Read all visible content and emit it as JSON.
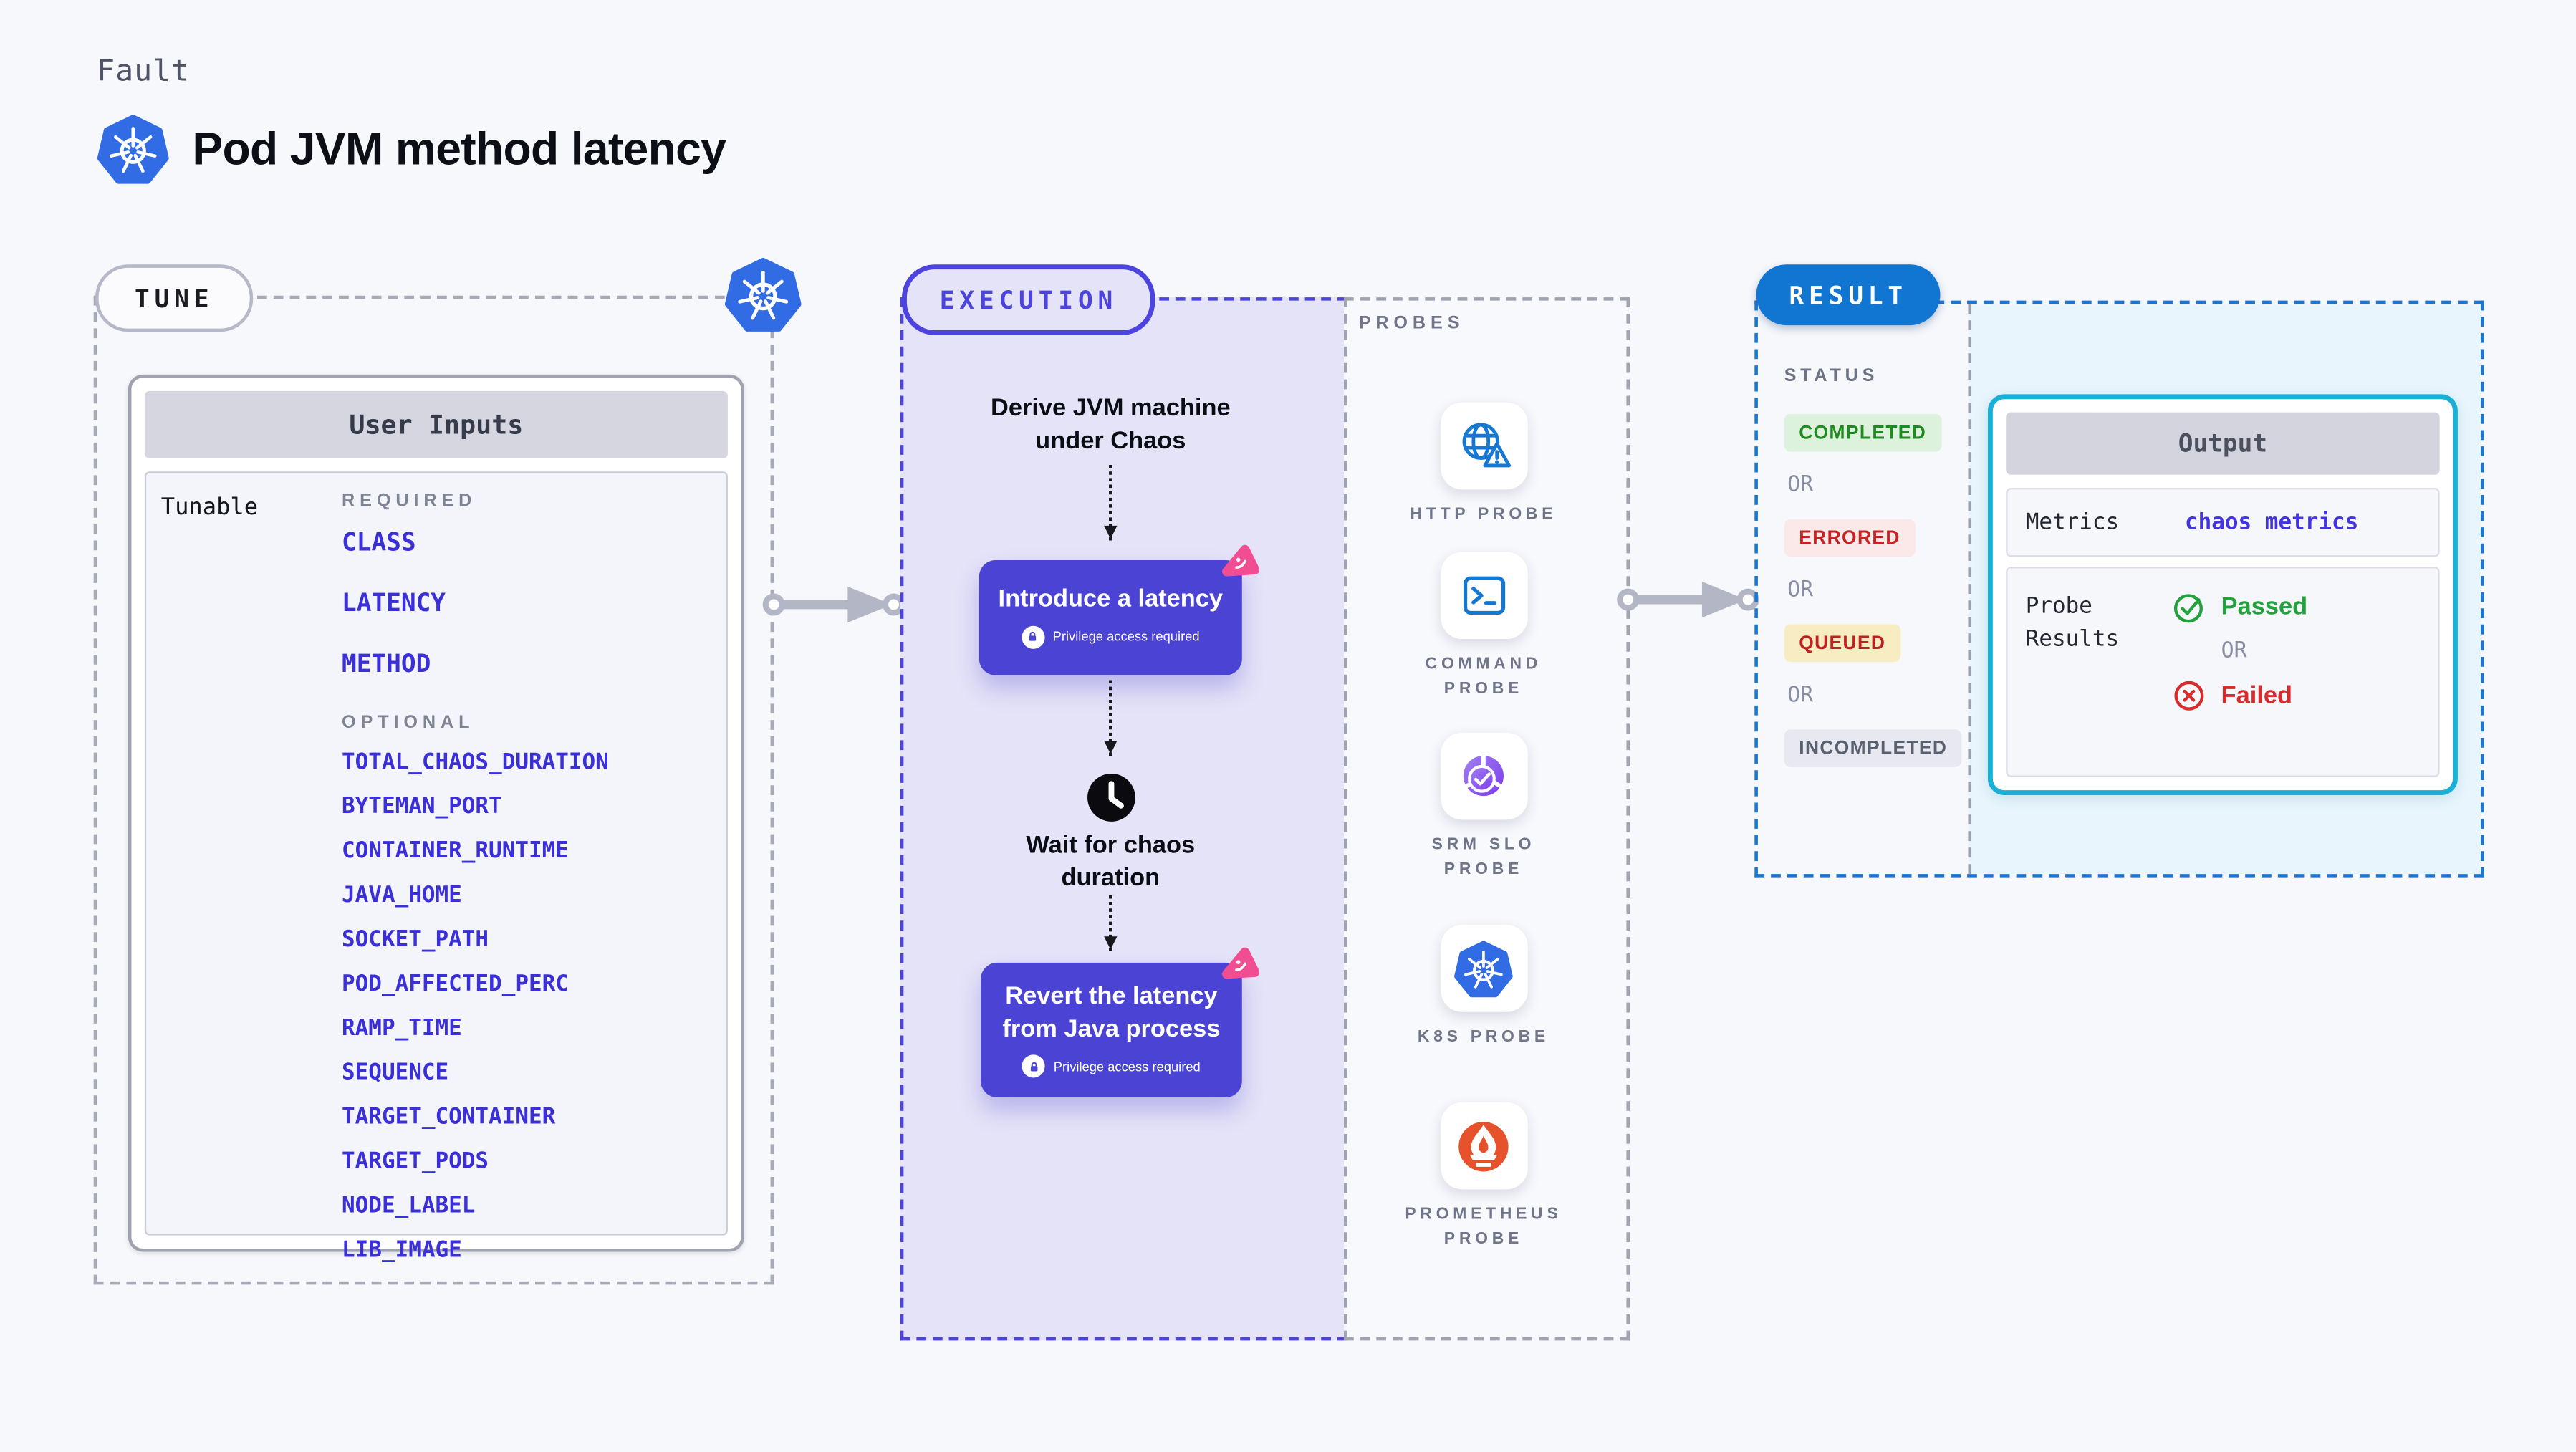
{
  "header": {
    "kicker": "Fault",
    "title": "Pod JVM method latency"
  },
  "tune": {
    "label": "TUNE",
    "user_inputs": {
      "title": "User Inputs",
      "row_label": "Tunable",
      "required_label": "REQUIRED",
      "required": [
        "CLASS",
        "LATENCY",
        "METHOD"
      ],
      "optional_label": "OPTIONAL",
      "optional": [
        "TOTAL_CHAOS_DURATION",
        "BYTEMAN_PORT",
        "CONTAINER_RUNTIME",
        "JAVA_HOME",
        "SOCKET_PATH",
        "POD_AFFECTED_PERC",
        "RAMP_TIME",
        "SEQUENCE",
        "TARGET_CONTAINER",
        "TARGET_PODS",
        "NODE_LABEL",
        "LIB_IMAGE"
      ]
    }
  },
  "execution": {
    "label": "EXECUTION",
    "derive_text": "Derive JVM machine under Chaos",
    "introduce": {
      "title": "Introduce a latency",
      "note": "Privilege access required"
    },
    "wait_text": "Wait for chaos duration",
    "revert": {
      "title": "Revert the latency from Java process",
      "note": "Privilege access required"
    }
  },
  "probes": {
    "label": "PROBES",
    "items": [
      {
        "name": "HTTP PROBE",
        "icon": "globe-alert-icon"
      },
      {
        "name": "COMMAND PROBE",
        "icon": "terminal-icon"
      },
      {
        "name": "SRM SLO PROBE",
        "icon": "slo-pie-icon"
      },
      {
        "name": "K8S PROBE",
        "icon": "kubernetes-icon"
      },
      {
        "name": "PROMETHEUS PROBE",
        "icon": "prometheus-flame-icon"
      }
    ]
  },
  "result": {
    "label": "RESULT",
    "status_label": "STATUS",
    "or_label": "OR",
    "statuses": [
      {
        "text": "COMPLETED",
        "bg": "#ddf2dd",
        "color": "#1f8a1f"
      },
      {
        "text": "ERRORED",
        "bg": "#fbe9e9",
        "color": "#c52222"
      },
      {
        "text": "QUEUED",
        "bg": "#f8ecc2",
        "color": "#bf2020"
      },
      {
        "text": "INCOMPLETED",
        "bg": "#e8e9f0",
        "color": "#596070"
      }
    ],
    "output": {
      "title": "Output",
      "metrics_label": "Metrics",
      "metrics_value": "chaos metrics",
      "probe_results_label": "Probe Results",
      "passed": "Passed",
      "or": "OR",
      "failed": "Failed"
    }
  },
  "colors": {
    "page_bg": "#f7f8fc",
    "param_blue": "#3a2fd8",
    "execution_indigo": "#4d44df",
    "execution_fill": "#e5e3f8",
    "action_box": "#4b43d4",
    "chaos_pink": "#f14d92",
    "kubernetes_blue": "#326ce5",
    "probe_blue": "#1578d2",
    "slo_purple": "#7c3aed",
    "prometheus_orange": "#e6522c",
    "result_blue": "#1175d2",
    "output_cyan": "#19b0d8",
    "passed_green": "#23a13c",
    "failed_red": "#d82c2c",
    "arrow_gray": "#b3b6c4"
  }
}
